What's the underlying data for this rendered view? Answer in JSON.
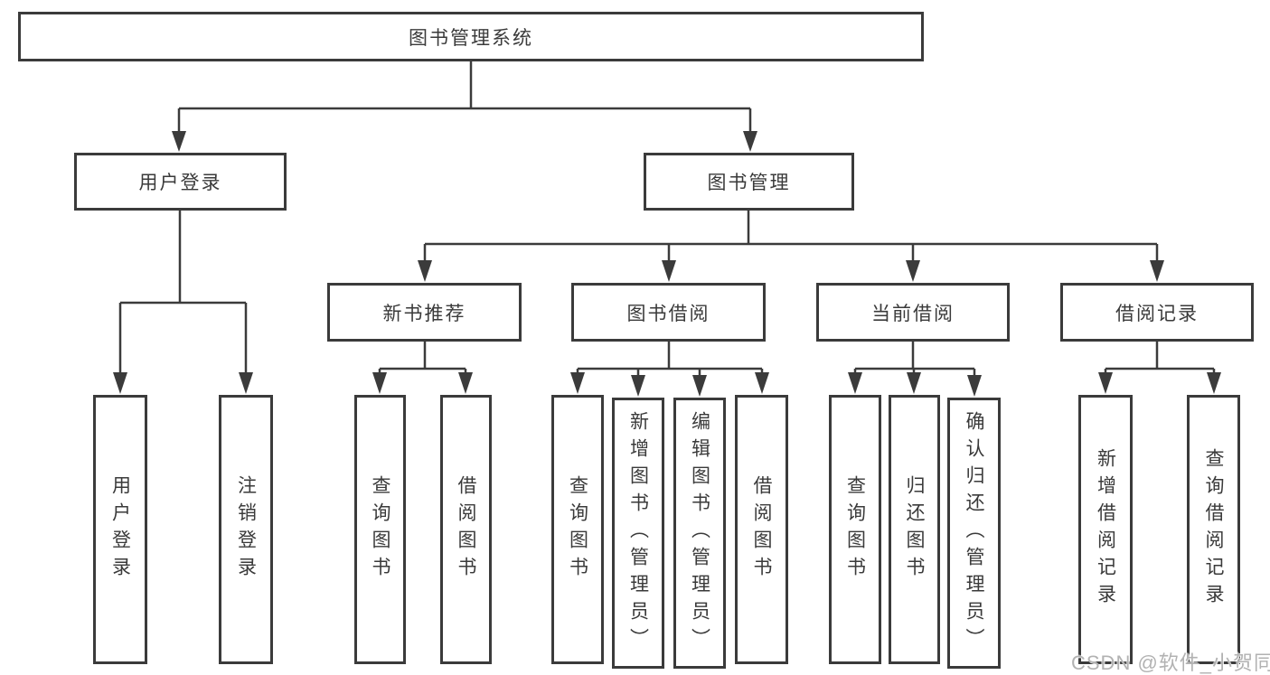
{
  "tree": {
    "label": "图书管理系统",
    "children": [
      {
        "label": "用户登录",
        "children": [
          {
            "label": "用户登录"
          },
          {
            "label": "注销登录"
          }
        ]
      },
      {
        "label": "图书管理",
        "children": [
          {
            "label": "新书推荐",
            "children": [
              {
                "label": "查询图书"
              },
              {
                "label": "借阅图书"
              }
            ]
          },
          {
            "label": "图书借阅",
            "children": [
              {
                "label": "查询图书"
              },
              {
                "label": "新增图书（管理员）"
              },
              {
                "label": "编辑图书（管理员）"
              },
              {
                "label": "借阅图书"
              }
            ]
          },
          {
            "label": "当前借阅",
            "children": [
              {
                "label": "查询图书"
              },
              {
                "label": "归还图书"
              },
              {
                "label": "确认归还（管理员）"
              }
            ]
          },
          {
            "label": "借阅记录",
            "children": [
              {
                "label": "新增借阅记录"
              },
              {
                "label": "查询借阅记录"
              }
            ]
          }
        ]
      }
    ]
  },
  "watermark": {
    "text": "CSDN @软件_小贺同学"
  },
  "colors": {
    "line": "#3b3b3b",
    "text": "#3a3a3a",
    "watermark": "#b2b2b2",
    "background": "#ffffff"
  }
}
